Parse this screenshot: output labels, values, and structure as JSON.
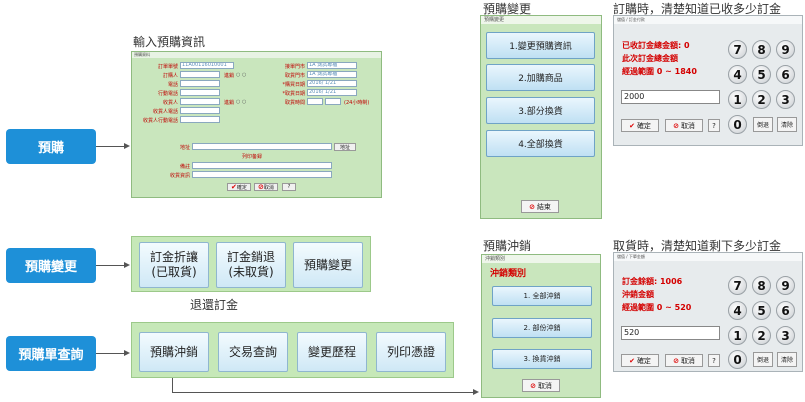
{
  "captions": {
    "preorder_input": "輸入預購資訊",
    "preorder_change": "預購變更",
    "order_hint": "訂購時，清楚知道已收多少訂金",
    "preorder_offset": "預購沖銷",
    "pickup_hint": "取貨時，清楚知道剩下多少訂金",
    "refund_deposit": "退還訂金"
  },
  "sections": {
    "preorder": "預購",
    "preorder_change": "預購變更",
    "preorder_query": "預購單查詢"
  },
  "change_group": {
    "buttons": [
      {
        "line1": "訂金折讓",
        "line2": "(已取貨)"
      },
      {
        "line1": "訂金銷退",
        "line2": "(未取貨)"
      },
      {
        "line1": "預購變更",
        "line2": ""
      }
    ]
  },
  "query_group": {
    "buttons": [
      "預購沖銷",
      "交易查詢",
      "變更歷程",
      "列印憑證"
    ]
  },
  "preorder_form": {
    "title": "預購資料",
    "order_no_label": "訂單單號",
    "order_no_value": "11A00116010001",
    "store_label": "接單門市",
    "store_value": "1A 測試專櫃",
    "buyer_label": "訂購人",
    "member_label": "進銷",
    "pickup_store_label": "取貨門市",
    "pickup_store_value": "1A 測試專櫃",
    "phone_label": "電話",
    "order_date_label": "*購買日期",
    "order_date_value": "2016/ 1/21",
    "mobile_label": "行動電話",
    "pickup_date_label": "*取貨日期",
    "pickup_date_value": "2016/ 1/21",
    "receiver_label": "收貨人",
    "pickup_time_label": "取貨時間",
    "pickup_time_note": "(24小時制)",
    "receiver_phone_label": "收貨人電話",
    "receiver_mobile_label": "收貨人行動電話",
    "address_label": "地址",
    "address_btn": "地址",
    "print_note": "列印备録",
    "note_label": "備註",
    "invoice_label": "收貨資訊",
    "confirm": "確定",
    "cancel": "取消",
    "extra": "?"
  },
  "change_dialog": {
    "title": "預購變更",
    "options": [
      "1.變更預購資訊",
      "2.加購商品",
      "3.部分換貨",
      "4.全部換貨"
    ],
    "close": "結束"
  },
  "order_keypad": {
    "title": "儲值 / 訂金付款",
    "line1": "已收訂金總金額: 0",
    "line2": "此次訂金總金額",
    "line3": "經過範圍 0 ~ 1840",
    "value": "2000",
    "confirm": "確定",
    "cancel": "取消",
    "extra": "?",
    "back": "倒退",
    "clear": "清除",
    "keys": [
      "7",
      "8",
      "9",
      "4",
      "5",
      "6",
      "1",
      "2",
      "3",
      "0"
    ]
  },
  "offset_dialog": {
    "title": "沖銷類別",
    "heading": "沖銷類別",
    "options": [
      "1. 全部沖銷",
      "2. 部份沖銷",
      "3. 換貨沖銷"
    ],
    "cancel": "取消"
  },
  "pickup_keypad": {
    "title": "儲值 / 下單金額",
    "line1": "訂金餘額: 1006",
    "line2": "沖銷金額",
    "line3": "經過範圍 0 ~ 520",
    "value": "520",
    "confirm": "確定",
    "cancel": "取消",
    "extra": "?",
    "back": "倒退",
    "clear": "清除",
    "keys": [
      "7",
      "8",
      "9",
      "4",
      "5",
      "6",
      "1",
      "2",
      "3",
      "0"
    ]
  }
}
